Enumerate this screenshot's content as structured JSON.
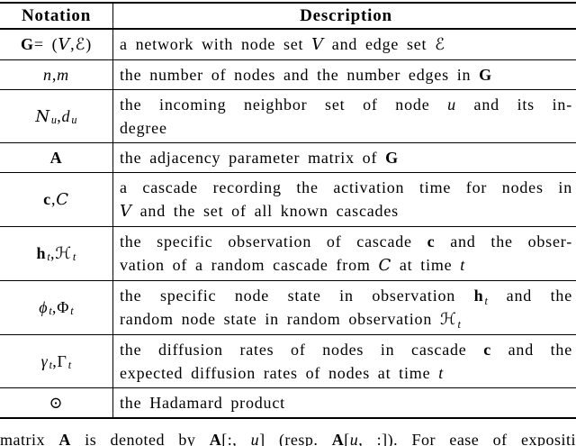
{
  "page": {
    "background": "#ffffff",
    "text_color": "#000000",
    "rule_color": "#000000"
  },
  "table": {
    "headers": {
      "notation": "Notation",
      "description": "Description"
    },
    "rows": [
      {
        "notation": [
          {
            "t": "G",
            "s": "b"
          },
          {
            "t": " = ("
          },
          {
            "t": "V",
            "s": "cal"
          },
          {
            "t": ", "
          },
          {
            "t": "ℰ",
            "s": "lk"
          },
          {
            "t": ")"
          }
        ],
        "desc_lines": [
          [
            {
              "t": "a network with node set "
            },
            {
              "t": "V",
              "s": "cal"
            },
            {
              "t": " and edge set "
            },
            {
              "t": "ℰ",
              "s": "lk"
            }
          ]
        ]
      },
      {
        "notation": [
          {
            "t": "n",
            "s": "i"
          },
          {
            "t": ", "
          },
          {
            "t": "m",
            "s": "i"
          }
        ],
        "desc_lines": [
          [
            {
              "t": "the number of nodes and the number edges in "
            },
            {
              "t": "G",
              "s": "b"
            }
          ]
        ]
      },
      {
        "notation": [
          {
            "t": "N",
            "s": "cal"
          },
          {
            "t": "u",
            "s": "sub"
          },
          {
            "t": ", "
          },
          {
            "t": "d",
            "s": "i"
          },
          {
            "t": "u",
            "s": "sub"
          }
        ],
        "desc_lines": [
          [
            {
              "t": "the incoming neighbor set of node "
            },
            {
              "t": "u",
              "s": "i"
            },
            {
              "t": " and its in-"
            }
          ],
          [
            {
              "t": "degree"
            }
          ]
        ]
      },
      {
        "notation": [
          {
            "t": "A",
            "s": "b"
          }
        ],
        "desc_lines": [
          [
            {
              "t": "the adjacency parameter matrix of "
            },
            {
              "t": "G",
              "s": "b"
            }
          ]
        ]
      },
      {
        "notation": [
          {
            "t": "c",
            "s": "b"
          },
          {
            "t": ", "
          },
          {
            "t": "C",
            "s": "cal"
          }
        ],
        "desc_lines": [
          [
            {
              "t": "a cascade recording the activation time for nodes in"
            }
          ],
          [
            {
              "t": "V",
              "s": "cal"
            },
            {
              "t": " and the set of all known cascades"
            }
          ]
        ]
      },
      {
        "notation": [
          {
            "t": "h",
            "s": "b"
          },
          {
            "t": "t",
            "s": "sub"
          },
          {
            "t": ", "
          },
          {
            "t": "ℋ",
            "s": "lk"
          },
          {
            "t": "t",
            "s": "sub"
          }
        ],
        "desc_lines": [
          [
            {
              "t": "the specific observation of cascade "
            },
            {
              "t": "c",
              "s": "b"
            },
            {
              "t": " and the obser-"
            }
          ],
          [
            {
              "t": "vation of a random cascade from "
            },
            {
              "t": "C",
              "s": "cal"
            },
            {
              "t": " at time "
            },
            {
              "t": "t",
              "s": "i"
            }
          ]
        ]
      },
      {
        "notation": [
          {
            "t": "ϕ",
            "s": "i"
          },
          {
            "t": "t",
            "s": "sub"
          },
          {
            "t": ", "
          },
          {
            "t": "Φ"
          },
          {
            "t": "t",
            "s": "sub"
          }
        ],
        "desc_lines": [
          [
            {
              "t": "the specific node state in observation "
            },
            {
              "t": "h",
              "s": "b"
            },
            {
              "t": "t",
              "s": "sub"
            },
            {
              "t": " and the"
            }
          ],
          [
            {
              "t": "random node state in random observation "
            },
            {
              "t": "ℋ",
              "s": "lk"
            },
            {
              "t": "t",
              "s": "sub"
            }
          ]
        ]
      },
      {
        "notation": [
          {
            "t": "γ",
            "s": "i"
          },
          {
            "t": "t",
            "s": "sub"
          },
          {
            "t": ", "
          },
          {
            "t": "Γ"
          },
          {
            "t": "t",
            "s": "sub"
          }
        ],
        "desc_lines": [
          [
            {
              "t": "the diffusion rates of nodes in cascade "
            },
            {
              "t": "c",
              "s": "b"
            },
            {
              "t": " and the"
            }
          ],
          [
            {
              "t": "expected diffusion rates of nodes at time "
            },
            {
              "t": "t",
              "s": "i"
            }
          ]
        ]
      },
      {
        "notation": [
          {
            "t": "⊙",
            "s": "lk"
          }
        ],
        "desc_lines": [
          [
            {
              "t": "the Hadamard product"
            }
          ]
        ]
      }
    ]
  },
  "footer": {
    "segments": [
      {
        "t": "matrix "
      },
      {
        "t": "A",
        "s": "b"
      },
      {
        "t": " is denoted by "
      },
      {
        "t": "A",
        "s": "b"
      },
      {
        "t": "[:, "
      },
      {
        "t": "u",
        "s": "i"
      },
      {
        "t": "] (resp. "
      },
      {
        "t": "A",
        "s": "b"
      },
      {
        "t": "["
      },
      {
        "t": "u",
        "s": "i"
      },
      {
        "t": ", :]). For ease of expositi"
      }
    ]
  }
}
